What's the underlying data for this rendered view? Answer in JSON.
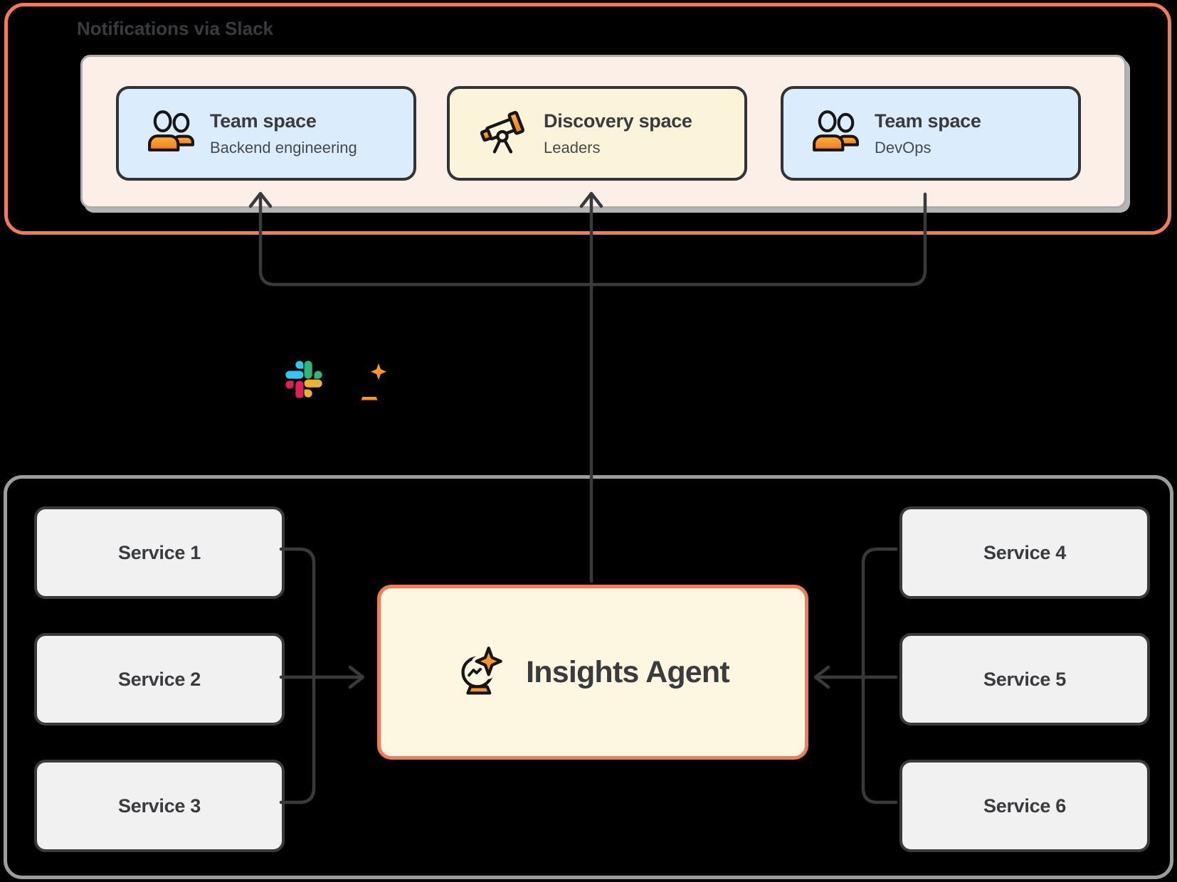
{
  "colors": {
    "bg": "#000000",
    "accent": "#F5795B",
    "panel-pink": "#FBEFE7",
    "panel-border": "#ACACAC",
    "panel-shadow": "#B5B5B5",
    "card-blue": "#DBECFD",
    "card-yellow": "#FBF4DB",
    "agent-bg": "#FDF6E0",
    "service-bg": "#F1F1F1",
    "stroke-dark": "#3A3A3C",
    "box-border-gray": "#9D9D9D",
    "text-dark": "#393B3E",
    "text-sub": "#47494C",
    "icon-stroke": "#161616",
    "icon-orange-light": "#FFB140",
    "icon-orange-dark": "#F47C12",
    "slack-blue": "#36C5F0",
    "slack-green": "#2EB67D",
    "slack-red": "#E01E5A",
    "slack-yellow": "#ECB22E"
  },
  "slack_section": {
    "label": "Notifications via Slack",
    "cards": [
      {
        "icon": "people-icon",
        "title": "Team space",
        "subtitle": "Backend engineering"
      },
      {
        "icon": "telescope-icon",
        "title": "Discovery space",
        "subtitle": "Leaders"
      },
      {
        "icon": "people-icon",
        "title": "Team space",
        "subtitle": "DevOps"
      }
    ]
  },
  "connection": {
    "icons": [
      "slack-logo-icon",
      "sparkle-crystal-ball-ghost-icon"
    ]
  },
  "services_section": {
    "left_services": [
      {
        "label": "Service 1"
      },
      {
        "label": "Service 2"
      },
      {
        "label": "Service 3"
      }
    ],
    "right_services": [
      {
        "label": "Service 4"
      },
      {
        "label": "Service 5"
      },
      {
        "label": "Service 6"
      }
    ],
    "agent": {
      "icon": "crystal-ball-icon",
      "label": "Insights Agent"
    }
  }
}
